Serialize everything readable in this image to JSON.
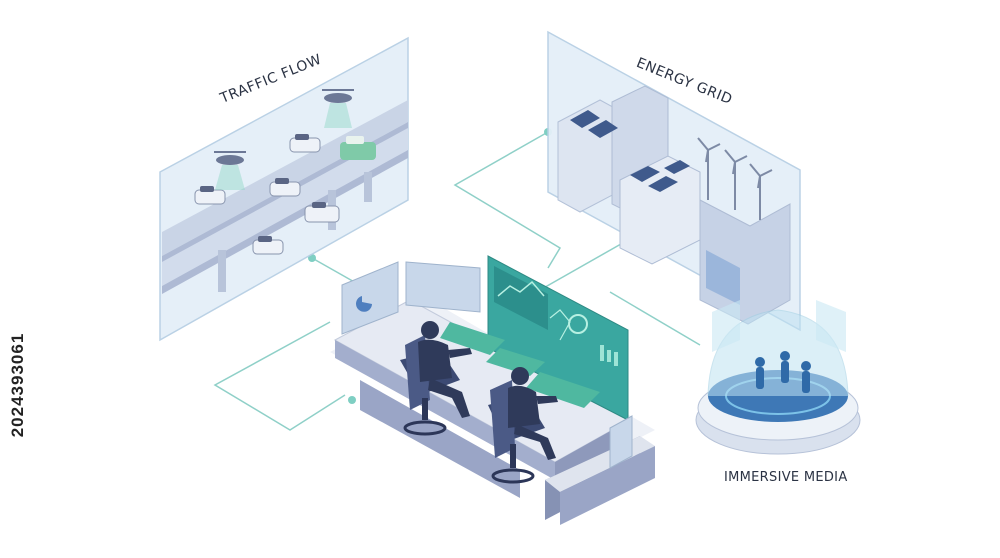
{
  "labels": {
    "traffic_flow": "TRAFFIC FLOW",
    "energy_grid": "ENERGY GRID",
    "immersive_media": "IMMERSIVE MEDIA"
  },
  "stock_id": "2024393061",
  "colors": {
    "panel_fill": "#e3eef8",
    "panel_stroke": "#b8d0e6",
    "accent": "#5fb9c9",
    "desk": "#9aa6c8",
    "silhouette": "#2f3a5a",
    "screen": "#4fb8a0"
  }
}
